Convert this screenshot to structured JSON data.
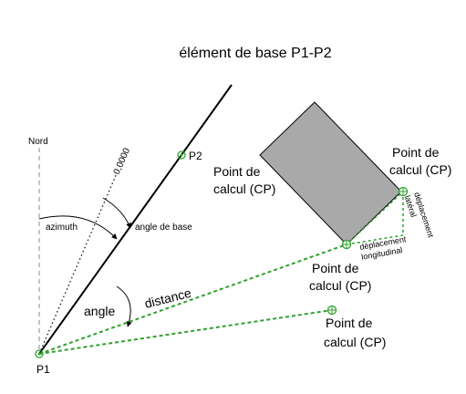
{
  "title": "élément de base P1-P2",
  "labels": {
    "nord": "Nord",
    "p1": "P1",
    "p2": "P2",
    "azimuth": "azimuth",
    "angle_de_base": "angle de base",
    "zero_angle": "0,0000",
    "angle": "angle",
    "distance": "distance",
    "deplacement_lateral": [
      "déplacement",
      "latéral"
    ],
    "deplacement_longitudinal": [
      "déplacement",
      "longitudinal"
    ]
  },
  "points_calcul": {
    "left": [
      "Point de",
      "calcul (CP)"
    ],
    "right": [
      "Point de",
      "calcul (CP)"
    ],
    "bottom": [
      "Point de",
      "calcul (CP)"
    ],
    "lower": [
      "Point de",
      "calcul (CP)"
    ]
  },
  "colors": {
    "green": "#2fa12f",
    "rectangle_fill": "#a9a9a9",
    "line": "#000000",
    "dash_gray": "#8a8a8a"
  }
}
